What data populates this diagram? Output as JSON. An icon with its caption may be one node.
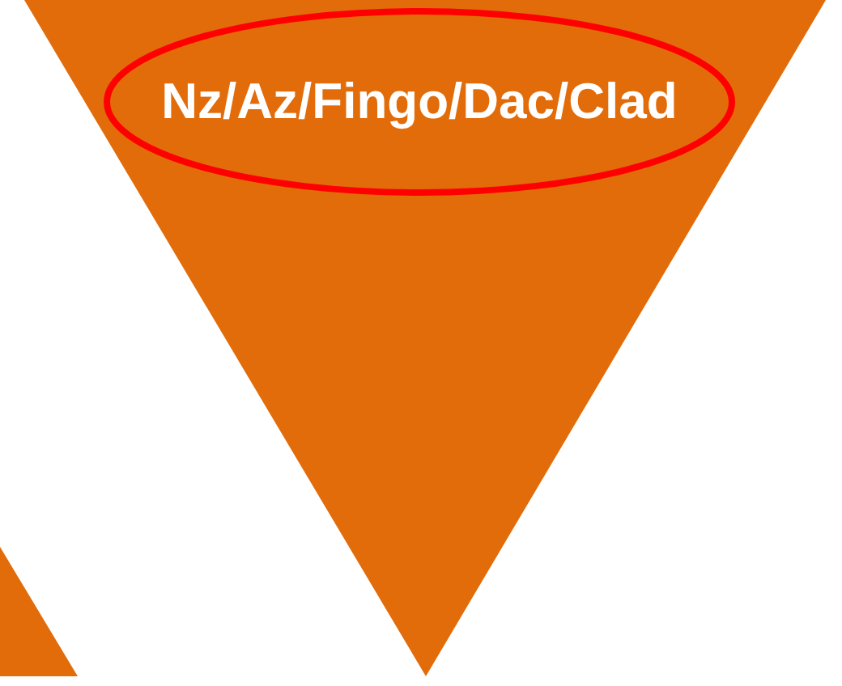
{
  "diagram": {
    "nodes": [
      {
        "text": [],
        "shape": "triangle"
      },
      {
        "text": [
          "Nz/Az/Fingo/Dac/Clad"
        ],
        "in": 0
      },
      {
        "text": [],
        "shape": "triangle"
      }
    ]
  }
}
